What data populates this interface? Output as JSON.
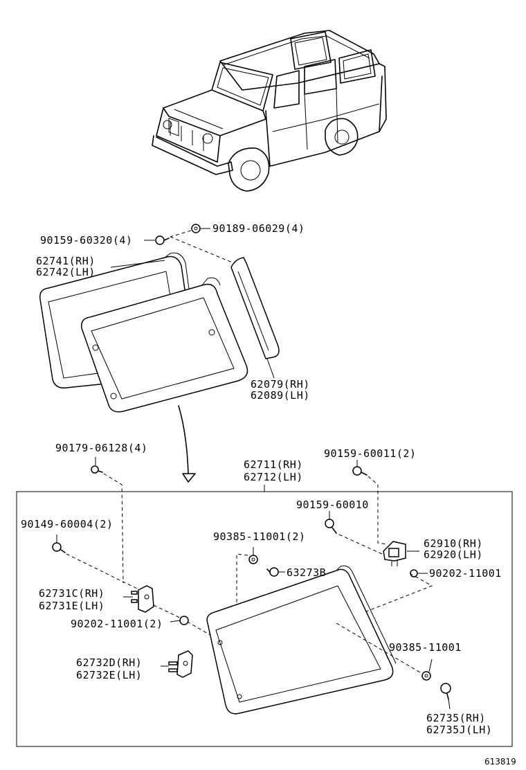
{
  "diagram_ref": "613819",
  "labels": {
    "bolt_top_left": "90159-60320(4)",
    "nut_top": "90189-06029(4)",
    "glass_a_rh": "62741(RH)",
    "glass_a_lh": "62742(LH)",
    "garnish_rh": "62079(RH)",
    "garnish_lh": "62089(LH)",
    "screw_upper": "90179-06128(4)",
    "window_rh": "62711(RH)",
    "window_lh": "62712(LH)",
    "bolt_upper_right": "90159-60011(2)",
    "bolt_mid_right": "90159-60010",
    "bolt_left": "90149-60004(2)",
    "nut_center": "90385-11001(2)",
    "hinge_rh": "62910(RH)",
    "hinge_lh": "62920(LH)",
    "clip_center": "63273B",
    "washer_right": "90202-11001",
    "latch_c_rh": "62731C(RH)",
    "latch_e_lh": "62731E(LH)",
    "washer_left": "90202-11001(2)",
    "nut_lower_right": "90385-11001",
    "latch_d_rh": "62732D(RH)",
    "latch_e2_lh": "62732E(LH)",
    "stopper_rh": "62735(RH)",
    "stopper_lh": "62735J(LH)"
  }
}
